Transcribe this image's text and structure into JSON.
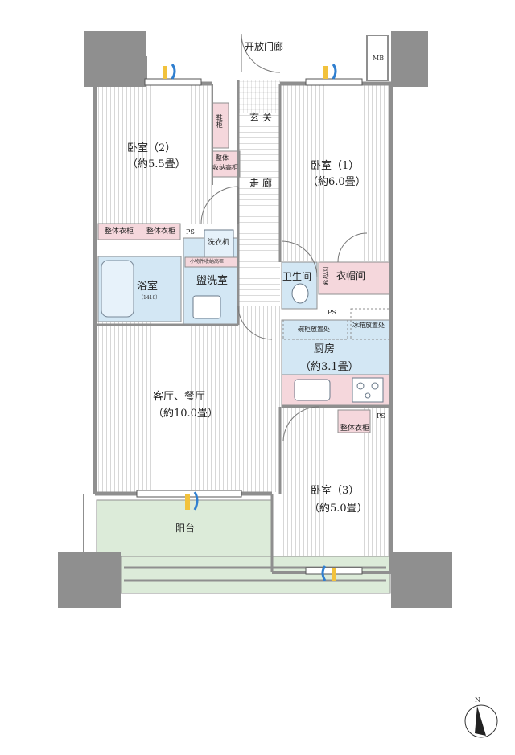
{
  "labels": {
    "corridor": "开放门廊",
    "mb": "MB",
    "entrance": "玄关",
    "hallway": "走廊",
    "shoe_cabinet": "鞋柜",
    "tall_storage_line1": "整体",
    "tall_storage_line2": "收纳高柜",
    "bedroom2_name": "卧室（2）",
    "bedroom2_size": "（約5.5畳）",
    "bedroom1_name": "卧室（1）",
    "bedroom1_size": "（約6.0畳）",
    "wardrobe_a": "整体衣柜",
    "wardrobe_b": "整体衣柜",
    "wardrobe_c": "整体衣柜",
    "ps_a": "PS",
    "ps_b": "PS",
    "ps_c": "PS",
    "washer": "洗衣机",
    "small_storage": "小物件收纳高柜",
    "washroom": "盥洗室",
    "bathroom": "浴室",
    "bath_size": "（1418）",
    "toilet": "卫生间",
    "movable_shelf": "可动架",
    "cloakroom": "衣帽间",
    "dish_space": "碗柜放置处",
    "fridge_space": "冰箱放置处",
    "kitchen_name": "厨房",
    "kitchen_size": "（約3.1畳）",
    "living_name": "客厅、餐厅",
    "living_size": "（約10.0畳）",
    "bedroom3_name": "卧室（3）",
    "bedroom3_size": "（約5.0畳）",
    "balcony": "阳台",
    "north": "N"
  },
  "colors": {
    "floor_line": "#b8b8b8",
    "wet_area": "#d3e7f4",
    "storage": "#f5d7dc",
    "balcony": "#dcebd9",
    "wall": "#8f8f8f",
    "mark_yellow": "#f2c23c",
    "mark_blue": "#2f7fd0"
  }
}
